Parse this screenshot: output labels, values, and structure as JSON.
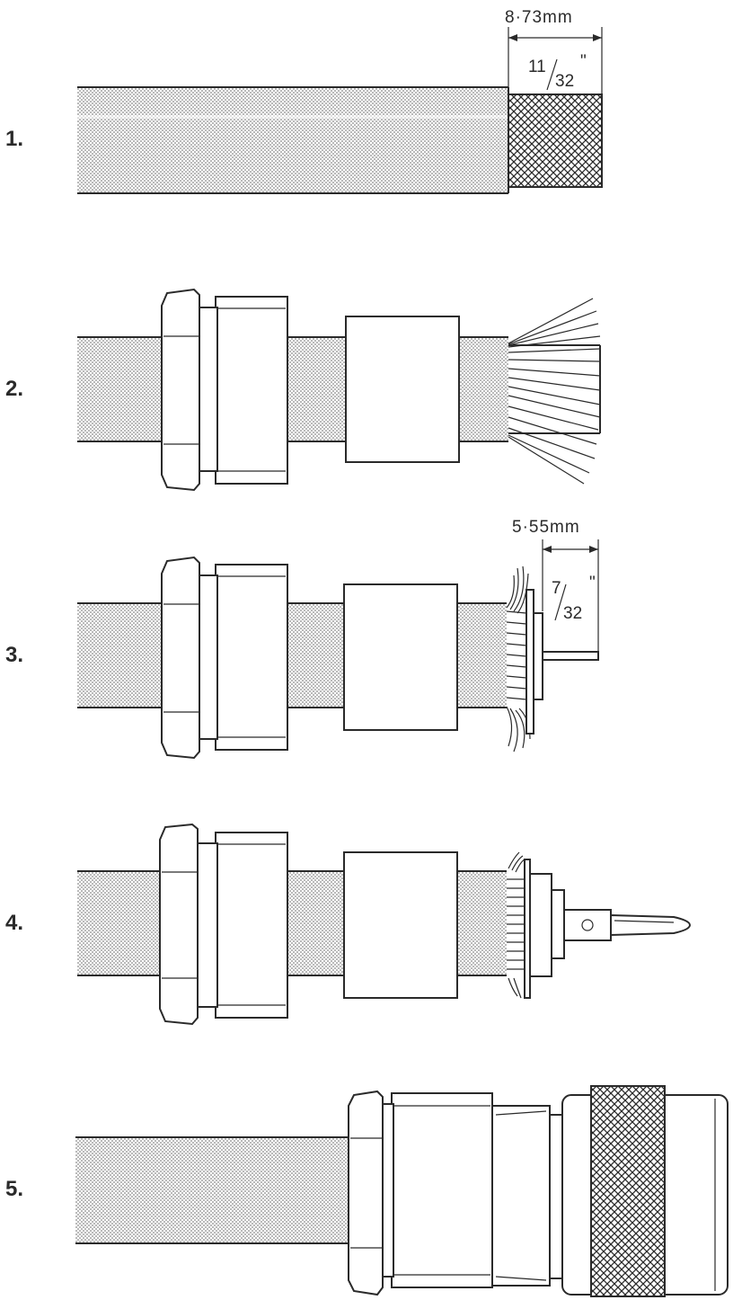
{
  "steps": [
    {
      "number": "1."
    },
    {
      "number": "2."
    },
    {
      "number": "3."
    },
    {
      "number": "4."
    },
    {
      "number": "5."
    }
  ],
  "dimensions": {
    "step1": {
      "metric": "8·73mm",
      "imperial_num": "11",
      "imperial_den": "32",
      "inch_mark": "\""
    },
    "step3": {
      "metric": "5·55mm",
      "imperial_num": "7",
      "imperial_den": "32",
      "inch_mark": "\""
    }
  }
}
